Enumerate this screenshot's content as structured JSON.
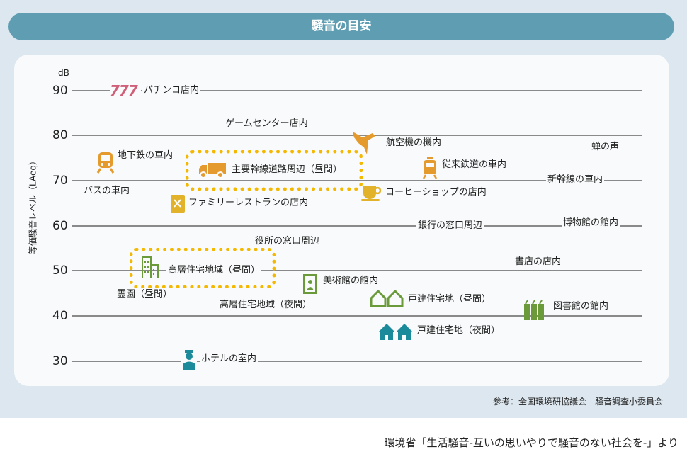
{
  "title": "騒音の目安",
  "y_axis": {
    "label": "等価騒音レベル（LAeq）",
    "unit": "dB",
    "ticks": [
      "90",
      "80",
      "70",
      "60",
      "50",
      "40",
      "30"
    ]
  },
  "items": [
    {
      "label": "パチンコ店内",
      "db": 90,
      "icon": "slot-777-icon"
    },
    {
      "label": "ゲームセンター店内",
      "db": 83
    },
    {
      "label": "地下鉄の車内",
      "db": 76,
      "icon": "train-icon"
    },
    {
      "label": "主要幹線道路周辺（昼間）",
      "db": 73,
      "icon": "truck-icon",
      "highlight": true
    },
    {
      "label": "バスの車内",
      "db": 68
    },
    {
      "label": "ファミリーレストランの店内",
      "db": 66,
      "icon": "restaurant-icon"
    },
    {
      "label": "航空機の機内",
      "db": 78,
      "icon": "airplane-icon"
    },
    {
      "label": "蝉の声",
      "db": 77
    },
    {
      "label": "従来鉄道の車内",
      "db": 74,
      "icon": "train-icon"
    },
    {
      "label": "新幹線の車内",
      "db": 70
    },
    {
      "label": "コーヒーショップの店内",
      "db": 68,
      "icon": "coffee-cup-icon"
    },
    {
      "label": "銀行の窓口周辺",
      "db": 60
    },
    {
      "label": "博物館の館内",
      "db": 60
    },
    {
      "label": "役所の窓口周辺",
      "db": 56
    },
    {
      "label": "高層住宅地域（昼間）",
      "db": 50,
      "icon": "building-icon",
      "highlight": true
    },
    {
      "label": "書店の店内",
      "db": 52
    },
    {
      "label": "美術館の館内",
      "db": 48,
      "icon": "portrait-icon"
    },
    {
      "label": "霊園（昼間）",
      "db": 45
    },
    {
      "label": "高層住宅地域（夜間）",
      "db": 43
    },
    {
      "label": "戸建住宅地（昼間）",
      "db": 44,
      "icon": "houses-icon"
    },
    {
      "label": "図書館の館内",
      "db": 42,
      "icon": "books-icon"
    },
    {
      "label": "戸建住宅地（夜間）",
      "db": 38,
      "icon": "houses-icon"
    },
    {
      "label": "ホテルの室内",
      "db": 30,
      "icon": "hotel-staff-icon"
    }
  ],
  "reference": "参考：全国環境研協議会　騒音調査小委員会",
  "source": "環境省「生活騒音-互いの思いやりで騒音のない社会を-」より",
  "colors": {
    "header": "#5e9db2",
    "orange": "#e59a2e",
    "green": "#6a9a3a",
    "teal": "#1b8a9a",
    "pink": "#d0607a",
    "highlight": "#f5b800"
  }
}
